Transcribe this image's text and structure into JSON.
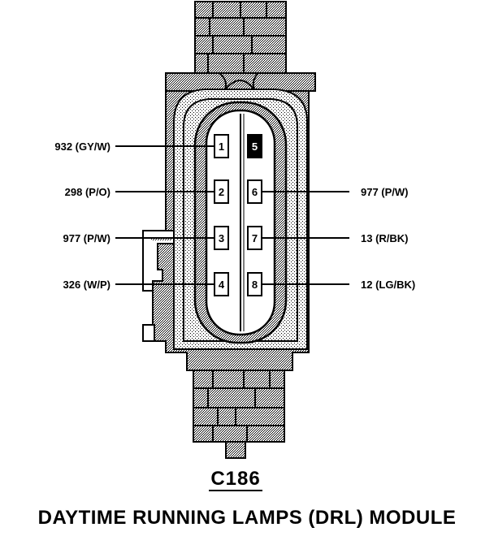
{
  "connector": {
    "id": "C186",
    "module_title": "DAYTIME RUNNING LAMPS (DRL) MODULE"
  },
  "pins": [
    {
      "number": "1",
      "wire": "932 (GY/W)",
      "side": "left",
      "filled": false
    },
    {
      "number": "2",
      "wire": "298 (P/O)",
      "side": "left",
      "filled": false
    },
    {
      "number": "3",
      "wire": "977 (P/W)",
      "side": "left",
      "filled": false
    },
    {
      "number": "4",
      "wire": "326 (W/P)",
      "side": "left",
      "filled": false
    },
    {
      "number": "5",
      "wire": "",
      "side": "right",
      "filled": true
    },
    {
      "number": "6",
      "wire": "977 (P/W)",
      "side": "right",
      "filled": false
    },
    {
      "number": "7",
      "wire": "13 (R/BK)",
      "side": "right",
      "filled": false
    },
    {
      "number": "8",
      "wire": "12 (LG/BK)",
      "side": "right",
      "filled": false
    }
  ],
  "colors": {
    "ink": "#000000",
    "shade": "#bdbdbd",
    "background": "#ffffff"
  }
}
